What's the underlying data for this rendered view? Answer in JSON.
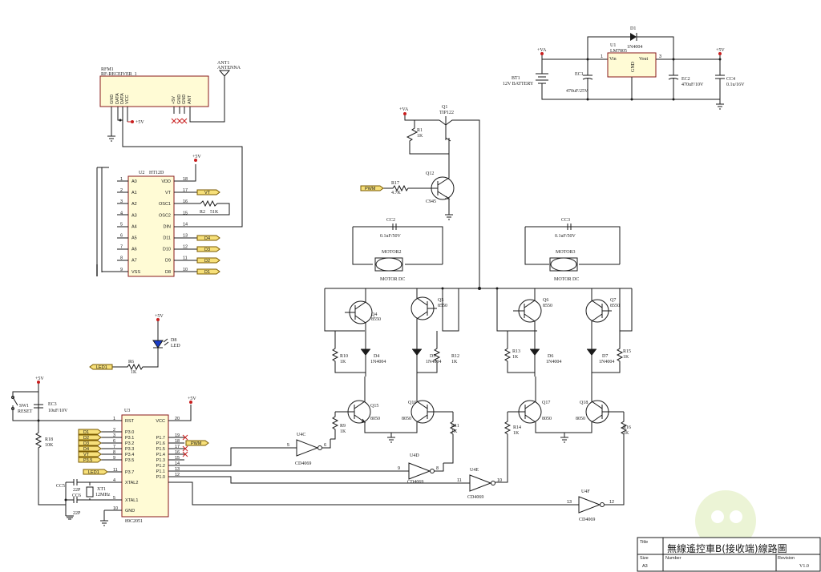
{
  "title_block": {
    "title_label": "Title",
    "title": "無線遙控車B(接收端)線路圖",
    "size_label": "Size",
    "size": "A3",
    "number_label": "Number",
    "revision_label": "Revision",
    "revision": "V1.0"
  },
  "parts": {
    "rfm1_ref": "RFM1",
    "rfm1_name": "RF-RECEIVER_1",
    "rfm1_pins_left": [
      "GND",
      "DATA",
      "DATA",
      "VCC"
    ],
    "rfm1_pins_right": [
      "+5V",
      "GND",
      "GND",
      "ANT"
    ],
    "ant1_ref": "ANT1",
    "ant1_name": "ANTENNA",
    "u2_ref": "U2",
    "u2_name": "HT12D",
    "u2_left_pins": [
      {
        "num": "1",
        "name": "A0"
      },
      {
        "num": "2",
        "name": "A1"
      },
      {
        "num": "3",
        "name": "A2"
      },
      {
        "num": "4",
        "name": "A3"
      },
      {
        "num": "5",
        "name": "A4"
      },
      {
        "num": "6",
        "name": "A5"
      },
      {
        "num": "7",
        "name": "A6"
      },
      {
        "num": "8",
        "name": "A7"
      },
      {
        "num": "9",
        "name": "VSS"
      }
    ],
    "u2_right_pins": [
      {
        "num": "18",
        "name": "VDD"
      },
      {
        "num": "17",
        "name": "VT"
      },
      {
        "num": "16",
        "name": "OSC1"
      },
      {
        "num": "15",
        "name": "OSC2"
      },
      {
        "num": "14",
        "name": "DIN"
      },
      {
        "num": "13",
        "name": "D11"
      },
      {
        "num": "12",
        "name": "D10"
      },
      {
        "num": "11",
        "name": "D9"
      },
      {
        "num": "10",
        "name": "D8"
      }
    ],
    "u2_flags": [
      "VT",
      "D4",
      "D3",
      "D2",
      "D1"
    ],
    "r2_ref": "R2",
    "r2_val": "51K",
    "u3_ref": "U3",
    "u3_name": "89C2051",
    "u3_left_pins": [
      {
        "num": "1",
        "name": "RST"
      },
      {
        "num": "2",
        "name": "P3.0"
      },
      {
        "num": "3",
        "name": "P3.1"
      },
      {
        "num": "6",
        "name": "P3.2"
      },
      {
        "num": "7",
        "name": "P3.3"
      },
      {
        "num": "8",
        "name": "P3.4"
      },
      {
        "num": "9",
        "name": "P3.5"
      },
      {
        "num": "11",
        "name": "P3.7"
      },
      {
        "num": "4",
        "name": "XTAL2"
      },
      {
        "num": "5",
        "name": "XTAL1"
      },
      {
        "num": "10",
        "name": "GND"
      }
    ],
    "u3_right_pins": [
      {
        "num": "20",
        "name": "VCC"
      },
      {
        "num": "19",
        "name": "P1.7"
      },
      {
        "num": "18",
        "name": "P1.6"
      },
      {
        "num": "17",
        "name": "P1.5"
      },
      {
        "num": "16",
        "name": "P1.4"
      },
      {
        "num": "15",
        "name": "P1.3"
      },
      {
        "num": "14",
        "name": "P1.2"
      },
      {
        "num": "13",
        "name": "P1.1"
      },
      {
        "num": "12",
        "name": "P1.0"
      }
    ],
    "u3_left_flags": [
      "D1",
      "D2",
      "D3",
      "D4",
      "VT",
      "P3.5",
      "LED1"
    ],
    "pwm_flag": "PWM",
    "sw1_ref": "SW1",
    "sw1_name": "RESET",
    "ec3_ref": "EC3",
    "ec3_val": "10uF/10V",
    "r18_ref": "R18",
    "r18_val": "10K",
    "cc5_ref": "CC5",
    "cc5_val": "22P",
    "cc6_ref": "CC6",
    "cc6_val": "22P",
    "xt1_ref": "XT1",
    "xt1_val": "12MHz",
    "d8_ref": "D8",
    "d8_name": "LED",
    "led1_flag": "LED1",
    "r6_ref": "R6",
    "r6_val": "1K",
    "q1_ref": "Q1",
    "q1_name": "TIP122",
    "r1_ref": "R1",
    "r1_val": "1K",
    "q12_ref": "Q12",
    "q12_name": "C945",
    "r17_ref": "R17",
    "r17_val": "4.7K",
    "cc2_ref": "CC2",
    "cc2_val": "0.1uF/50V",
    "cc3_ref": "CC3",
    "cc3_val": "0.1uF/50V",
    "motor2_ref": "MOTOR2",
    "motor3_ref": "MOTOR3",
    "motor_name": "MOTOR DC",
    "q4_ref": "Q4",
    "q5_ref": "Q5",
    "q6_ref": "Q6",
    "q7_ref": "Q7",
    "pnp_name": "8550",
    "q15_ref": "Q15",
    "q16_ref": "Q16",
    "q17_ref": "Q17",
    "q18_ref": "Q18",
    "npn_name": "8050",
    "d4_ref": "D4",
    "d5_ref": "D5",
    "d6_ref": "D6",
    "d7_ref": "D7",
    "diode_name": "1N4004",
    "r10_ref": "R10",
    "r12_ref": "R12",
    "r13_ref": "R13",
    "r15_ref": "R15",
    "r9_ref": "R9",
    "r11_ref": "R11",
    "r14_ref": "R14",
    "r16_ref": "R16",
    "res_1k": "1K",
    "u4c_ref": "U4C",
    "u4d_ref": "U4D",
    "u4e_ref": "U4E",
    "u4f_ref": "U4F",
    "cd4069": "CD4069",
    "u4c_pins": [
      "5",
      "6"
    ],
    "u4d_pins": [
      "9",
      "8"
    ],
    "u4e_pins": [
      "11",
      "10"
    ],
    "u4f_pins": [
      "13",
      "12"
    ],
    "bt1_ref": "BT1",
    "bt1_name": "12V BATTERY",
    "ec1_ref": "EC1",
    "ec1_val": "470uF/25V",
    "u1_ref": "U1",
    "u1_name": "LM7805",
    "u1_vin": "Vin",
    "u1_vout": "Vout",
    "u1_gnd": "GND",
    "u1_pin1": "1",
    "u1_pin3": "3",
    "d1_ref": "D1",
    "d1_val": "1N4004",
    "ec2_ref": "EC2",
    "ec2_val": "470uF/10V",
    "cc4_ref": "CC4",
    "cc4_val": "0.1u/16V",
    "pwr_va": "+VA",
    "pwr_5v": "+5V"
  }
}
